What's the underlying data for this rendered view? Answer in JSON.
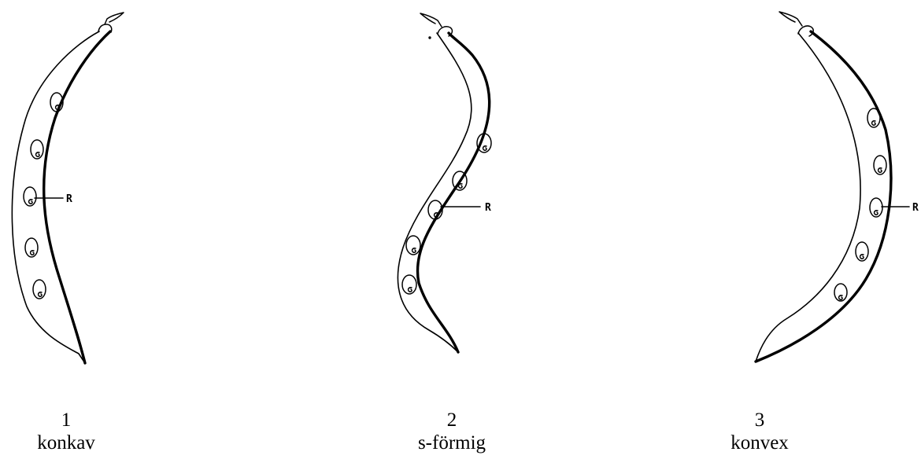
{
  "figures": [
    {
      "number": "1",
      "name": "konkav",
      "label": "R"
    },
    {
      "number": "2",
      "name": "s-förmig",
      "label": "R"
    },
    {
      "number": "3",
      "name": "konvex",
      "label": "R"
    }
  ]
}
